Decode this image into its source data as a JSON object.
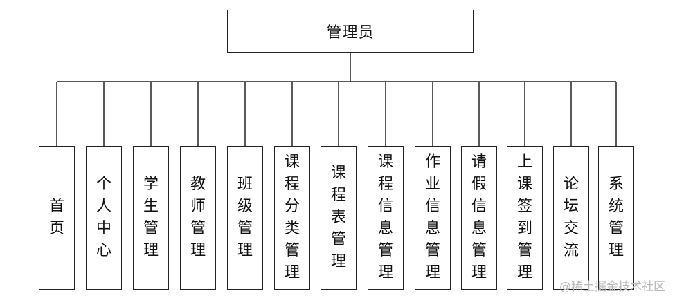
{
  "root": {
    "label": "管理员"
  },
  "children": [
    {
      "label": "首页"
    },
    {
      "label": "个人中心"
    },
    {
      "label": "学生管理"
    },
    {
      "label": "教师管理"
    },
    {
      "label": "班级管理"
    },
    {
      "label": "课程分类管理"
    },
    {
      "label": "课程表管理"
    },
    {
      "label": "课程信息管理"
    },
    {
      "label": "作业信息管理"
    },
    {
      "label": "请假信息管理"
    },
    {
      "label": "上课签到管理"
    },
    {
      "label": "论坛交流"
    },
    {
      "label": "系统管理"
    }
  ],
  "watermark": "@稀土掘金技术社区"
}
